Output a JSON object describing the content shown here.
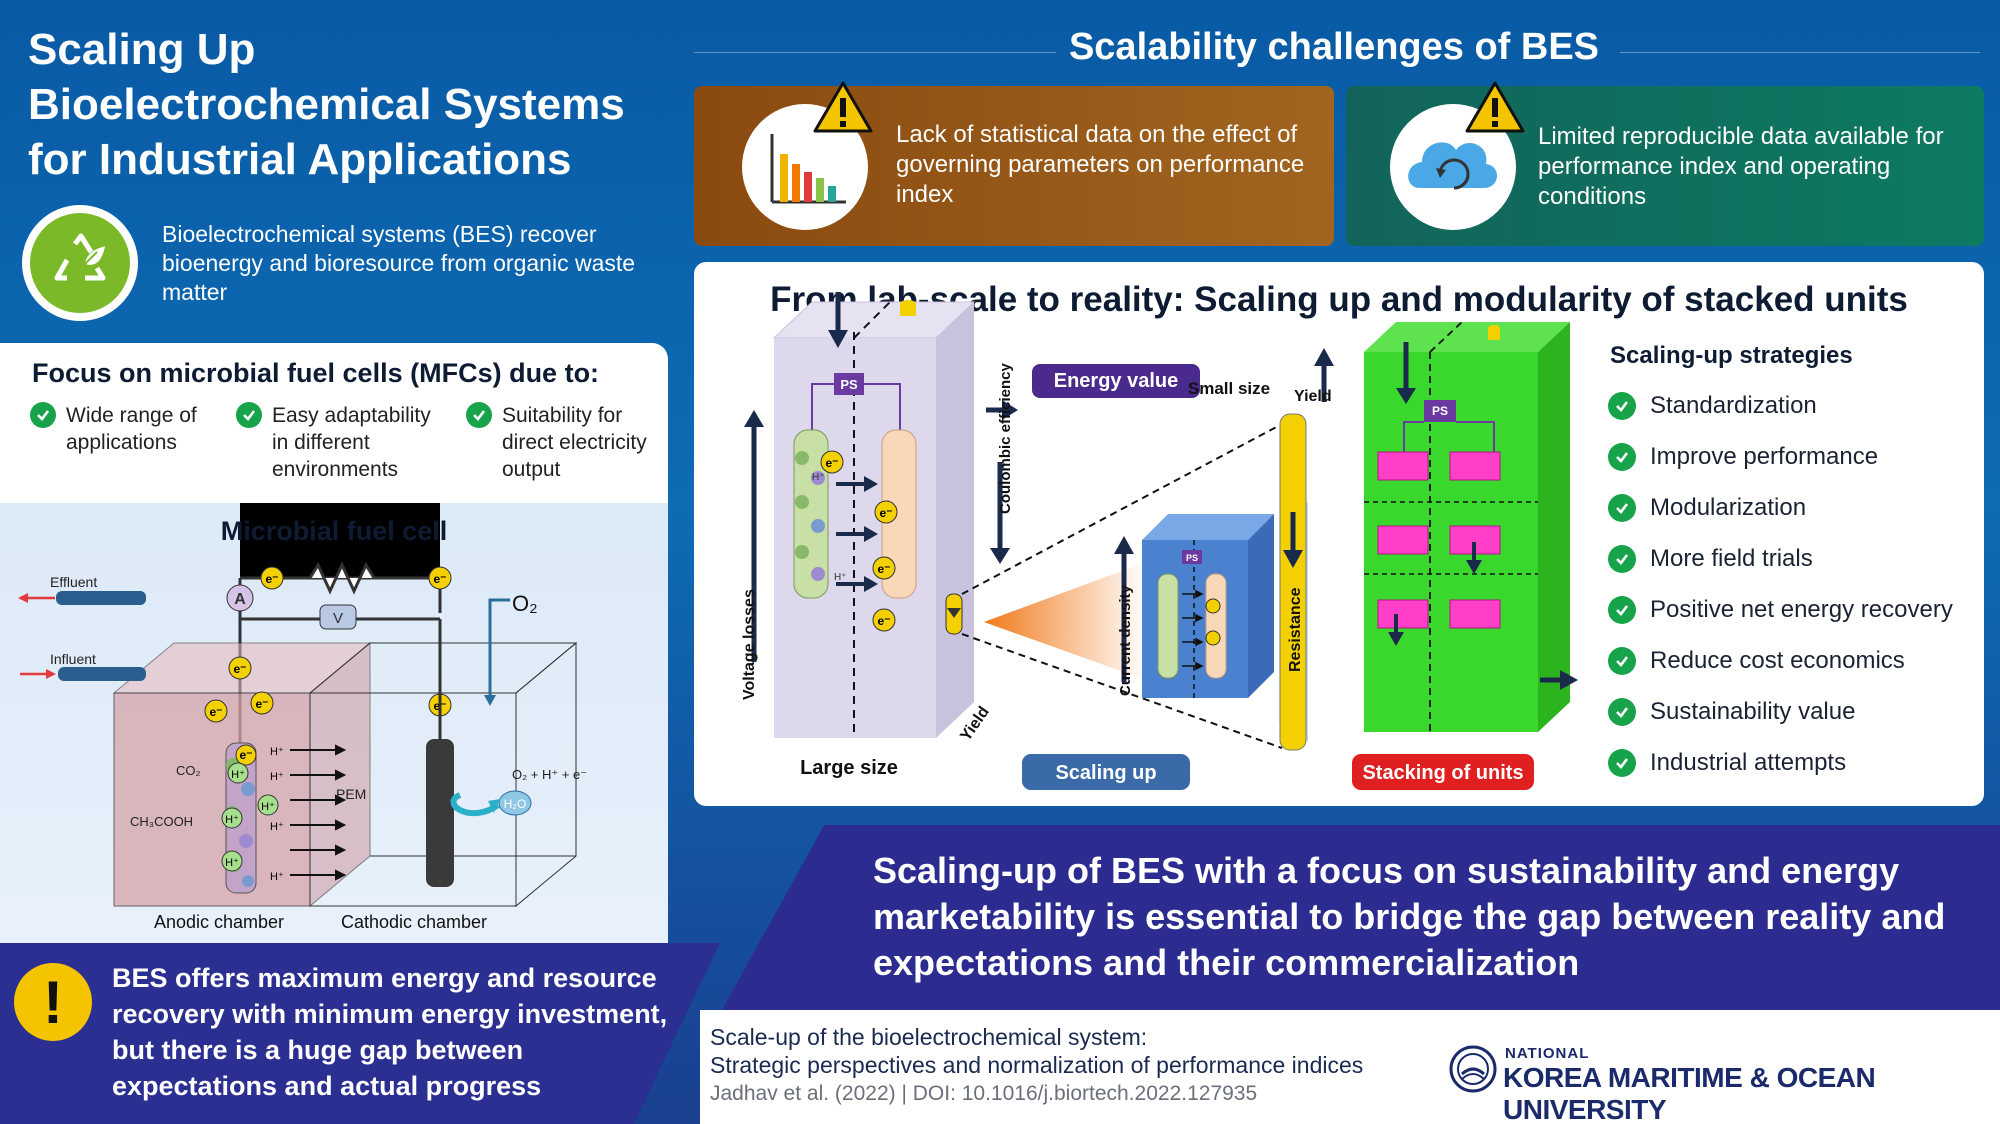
{
  "left": {
    "title": "Scaling Up Bioelectrochemical Systems for Industrial Applications",
    "intro": "Bioelectrochemical systems (BES) recover bioenergy and bioresource from organic waste matter",
    "focus_heading": "Focus on microbial fuel cells (MFCs) due to:",
    "focus_items": [
      "Wide range of applications",
      "Easy adaptability in different environments",
      "Suitability for direct electricity output"
    ],
    "mfc": {
      "title": "Microbial fuel cell",
      "electron": "e⁻",
      "ammeter": "A",
      "voltmeter": "V",
      "oxygen": "O₂",
      "effluent": "Effluent",
      "influent": "Influent",
      "co2": "CO₂",
      "acetate": "CH₃COOH",
      "proton": "H⁺",
      "pem": "PEM",
      "reaction": "O₂ + H⁺ + e⁻",
      "water": "H₂O",
      "anodic": "Anodic chamber",
      "cathodic": "Cathodic chamber"
    },
    "warning": "BES offers maximum energy and resource recovery with minimum energy investment, but there is a huge gap between expectations and actual progress"
  },
  "right": {
    "challenges_title": "Scalability challenges of BES",
    "challenges": [
      "Lack of statistical data on the effect of governing parameters on performance index",
      "Limited reproducible data available for performance index and operating conditions"
    ],
    "scaling_title": "From lab-scale to reality: Scaling up and modularity of stacked units",
    "diagram": {
      "energy_value": "Energy value",
      "coulombic": "Coulombic efficiency",
      "voltage_losses": "Voltage losses",
      "large_size": "Large size",
      "yield": "Yield",
      "small_size": "Small size",
      "current_density": "Current density",
      "resistance": "Resistance",
      "scaling_up": "Scaling up",
      "stacking": "Stacking of units",
      "ps": "PS",
      "proton": "H⁺",
      "electron": "e⁻"
    },
    "strategies_heading": "Scaling-up strategies",
    "strategies": [
      "Standardization",
      "Improve performance",
      "Modularization",
      "More field trials",
      "Positive net energy recovery",
      "Reduce cost economics",
      "Sustainability value",
      "Industrial attempts"
    ],
    "conclusion": "Scaling-up of BES with a focus on sustainability and energy marketability is essential to bridge the gap between reality and expectations and their commercialization",
    "reference": {
      "line1": "Scale-up of the bioelectrochemical system:",
      "line2": "Strategic perspectives and normalization of performance indices",
      "citation": "Jadhav et al. (2022) |  DOI: 10.1016/j.biortech.2022.127935"
    },
    "university": {
      "small": "NATIONAL",
      "big": "KOREA MARITIME & OCEAN UNIVERSITY"
    }
  },
  "colors": {
    "background_blue": "#0a5aa5",
    "banner_indigo": "#2a2f91",
    "check_green": "#17a34a",
    "stack_green": "#3ad82c",
    "stack_magenta": "#ff3fc8",
    "challenge_brown": "#8a4a10",
    "challenge_teal": "#12645a",
    "pill_purple": "#4a2a8c",
    "pill_blue": "#3a6aa8",
    "pill_red": "#e02020",
    "electron_yellow": "#f4d000"
  },
  "icons": [
    "recycle-icon",
    "check-icon",
    "warning-icon",
    "bar-chart-icon",
    "cloud-sync-icon",
    "university-logo-icon"
  ]
}
